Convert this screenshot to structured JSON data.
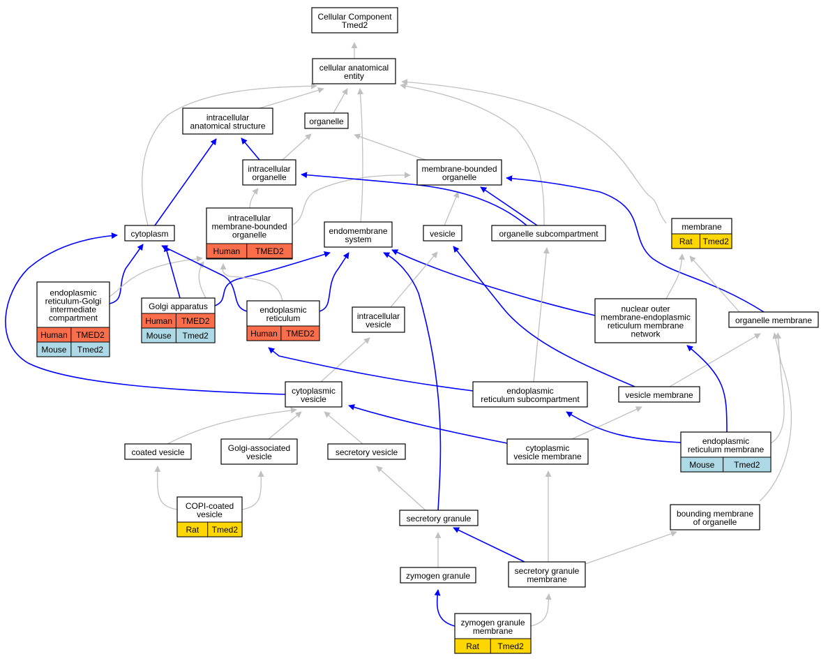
{
  "colors": {
    "is_a_edge": "#c0c0c0",
    "part_of_edge": "#0000ff",
    "human": "#fa6e4b",
    "mouse": "#add8e6",
    "rat": "#ffd700",
    "node_fill": "#ffffff",
    "node_border": "#000000"
  },
  "nodes": [
    {
      "id": "cc",
      "lines": [
        "Cellular Component",
        "Tmed2"
      ],
      "annotations": []
    },
    {
      "id": "cae",
      "lines": [
        "cellular anatomical",
        "entity"
      ],
      "annotations": []
    },
    {
      "id": "ias",
      "lines": [
        "intracellular",
        "anatomical structure"
      ],
      "annotations": []
    },
    {
      "id": "organelle",
      "lines": [
        "organelle"
      ],
      "annotations": []
    },
    {
      "id": "io",
      "lines": [
        "intracellular",
        "organelle"
      ],
      "annotations": []
    },
    {
      "id": "mbo",
      "lines": [
        "membrane-bounded",
        "organelle"
      ],
      "annotations": []
    },
    {
      "id": "imbo",
      "lines": [
        "intracellular",
        "membrane-bounded",
        "organelle"
      ],
      "annotations": [
        {
          "species": "Human",
          "gene": "TMED2"
        }
      ]
    },
    {
      "id": "cytoplasm",
      "lines": [
        "cytoplasm"
      ],
      "annotations": []
    },
    {
      "id": "endomem",
      "lines": [
        "endomembrane",
        "system"
      ],
      "annotations": []
    },
    {
      "id": "vesicle",
      "lines": [
        "vesicle"
      ],
      "annotations": []
    },
    {
      "id": "osub",
      "lines": [
        "organelle subcompartment"
      ],
      "annotations": []
    },
    {
      "id": "membrane",
      "lines": [
        "membrane"
      ],
      "annotations": [
        {
          "species": "Rat",
          "gene": "Tmed2"
        }
      ]
    },
    {
      "id": "ergic",
      "lines": [
        "endoplasmic",
        "reticulum-Golgi",
        "intermediate",
        "compartment"
      ],
      "annotations": [
        {
          "species": "Human",
          "gene": "TMED2"
        },
        {
          "species": "Mouse",
          "gene": "Tmed2"
        }
      ]
    },
    {
      "id": "golgi",
      "lines": [
        "Golgi apparatus"
      ],
      "annotations": [
        {
          "species": "Human",
          "gene": "TMED2"
        },
        {
          "species": "Mouse",
          "gene": "Tmed2"
        }
      ]
    },
    {
      "id": "er",
      "lines": [
        "endoplasmic",
        "reticulum"
      ],
      "annotations": [
        {
          "species": "Human",
          "gene": "TMED2"
        }
      ]
    },
    {
      "id": "iv",
      "lines": [
        "intracellular",
        "vesicle"
      ],
      "annotations": []
    },
    {
      "id": "nomer",
      "lines": [
        "nuclear outer",
        "membrane-endoplasmic",
        "reticulum membrane",
        "network"
      ],
      "annotations": []
    },
    {
      "id": "om",
      "lines": [
        "organelle membrane"
      ],
      "annotations": []
    },
    {
      "id": "cv",
      "lines": [
        "cytoplasmic",
        "vesicle"
      ],
      "annotations": []
    },
    {
      "id": "ersub",
      "lines": [
        "endoplasmic",
        "reticulum subcompartment"
      ],
      "annotations": []
    },
    {
      "id": "vm",
      "lines": [
        "vesicle membrane"
      ],
      "annotations": []
    },
    {
      "id": "coated",
      "lines": [
        "coated vesicle"
      ],
      "annotations": []
    },
    {
      "id": "gav",
      "lines": [
        "Golgi-associated",
        "vesicle"
      ],
      "annotations": []
    },
    {
      "id": "secv",
      "lines": [
        "secretory vesicle"
      ],
      "annotations": []
    },
    {
      "id": "cvm",
      "lines": [
        "cytoplasmic",
        "vesicle membrane"
      ],
      "annotations": []
    },
    {
      "id": "erm",
      "lines": [
        "endoplasmic",
        "reticulum membrane"
      ],
      "annotations": [
        {
          "species": "Mouse",
          "gene": "Tmed2"
        }
      ]
    },
    {
      "id": "copi",
      "lines": [
        "COPI-coated",
        "vesicle"
      ],
      "annotations": [
        {
          "species": "Rat",
          "gene": "Tmed2"
        }
      ]
    },
    {
      "id": "sg",
      "lines": [
        "secretory granule"
      ],
      "annotations": []
    },
    {
      "id": "bmo",
      "lines": [
        "bounding membrane",
        "of organelle"
      ],
      "annotations": []
    },
    {
      "id": "zg",
      "lines": [
        "zymogen granule"
      ],
      "annotations": []
    },
    {
      "id": "sgm",
      "lines": [
        "secretory granule",
        "membrane"
      ],
      "annotations": []
    },
    {
      "id": "zgm",
      "lines": [
        "zymogen granule",
        "membrane"
      ],
      "annotations": [
        {
          "species": "Rat",
          "gene": "Tmed2"
        }
      ]
    }
  ],
  "edges": [
    {
      "from": "cae",
      "to": "cc",
      "type": "is_a"
    },
    {
      "from": "ias",
      "to": "cae",
      "type": "is_a"
    },
    {
      "from": "organelle",
      "to": "cae",
      "type": "is_a"
    },
    {
      "from": "cytoplasm",
      "to": "cae",
      "type": "is_a"
    },
    {
      "from": "endomem",
      "to": "cae",
      "type": "is_a"
    },
    {
      "from": "osub",
      "to": "cae",
      "type": "is_a"
    },
    {
      "from": "membrane",
      "to": "cae",
      "type": "is_a"
    },
    {
      "from": "io",
      "to": "ias",
      "type": "part_of"
    },
    {
      "from": "io",
      "to": "organelle",
      "type": "is_a"
    },
    {
      "from": "mbo",
      "to": "organelle",
      "type": "is_a"
    },
    {
      "from": "imbo",
      "to": "io",
      "type": "is_a"
    },
    {
      "from": "imbo",
      "to": "mbo",
      "type": "is_a"
    },
    {
      "from": "cytoplasm",
      "to": "ias",
      "type": "part_of"
    },
    {
      "from": "vesicle",
      "to": "mbo",
      "type": "is_a"
    },
    {
      "from": "osub",
      "to": "mbo",
      "type": "part_of"
    },
    {
      "from": "osub",
      "to": "io",
      "type": "part_of"
    },
    {
      "from": "om",
      "to": "mbo",
      "type": "part_of"
    },
    {
      "from": "om",
      "to": "membrane",
      "type": "is_a"
    },
    {
      "from": "nomer",
      "to": "membrane",
      "type": "is_a"
    },
    {
      "from": "nomer",
      "to": "endomem",
      "type": "part_of"
    },
    {
      "from": "ergic",
      "to": "cytoplasm",
      "type": "part_of"
    },
    {
      "from": "ergic",
      "to": "imbo",
      "type": "is_a"
    },
    {
      "from": "golgi",
      "to": "cytoplasm",
      "type": "part_of"
    },
    {
      "from": "golgi",
      "to": "endomem",
      "type": "part_of"
    },
    {
      "from": "golgi",
      "to": "imbo",
      "type": "is_a"
    },
    {
      "from": "er",
      "to": "cytoplasm",
      "type": "part_of"
    },
    {
      "from": "er",
      "to": "endomem",
      "type": "part_of"
    },
    {
      "from": "er",
      "to": "imbo",
      "type": "is_a"
    },
    {
      "from": "iv",
      "to": "vesicle",
      "type": "is_a"
    },
    {
      "from": "cv",
      "to": "iv",
      "type": "is_a"
    },
    {
      "from": "cv",
      "to": "cytoplasm",
      "type": "part_of"
    },
    {
      "from": "ersub",
      "to": "er",
      "type": "part_of"
    },
    {
      "from": "ersub",
      "to": "osub",
      "type": "is_a"
    },
    {
      "from": "vm",
      "to": "om",
      "type": "is_a"
    },
    {
      "from": "vm",
      "to": "vesicle",
      "type": "part_of"
    },
    {
      "from": "coated",
      "to": "cv",
      "type": "is_a"
    },
    {
      "from": "gav",
      "to": "cv",
      "type": "is_a"
    },
    {
      "from": "secv",
      "to": "cv",
      "type": "is_a"
    },
    {
      "from": "cvm",
      "to": "vm",
      "type": "is_a"
    },
    {
      "from": "cvm",
      "to": "cv",
      "type": "part_of"
    },
    {
      "from": "erm",
      "to": "ersub",
      "type": "part_of"
    },
    {
      "from": "erm",
      "to": "nomer",
      "type": "part_of"
    },
    {
      "from": "erm",
      "to": "om",
      "type": "is_a"
    },
    {
      "from": "copi",
      "to": "coated",
      "type": "is_a"
    },
    {
      "from": "copi",
      "to": "gav",
      "type": "is_a"
    },
    {
      "from": "sg",
      "to": "secv",
      "type": "is_a"
    },
    {
      "from": "sg",
      "to": "endomem",
      "type": "part_of"
    },
    {
      "from": "bmo",
      "to": "om",
      "type": "is_a"
    },
    {
      "from": "zg",
      "to": "sg",
      "type": "is_a"
    },
    {
      "from": "sgm",
      "to": "sg",
      "type": "part_of"
    },
    {
      "from": "sgm",
      "to": "cvm",
      "type": "is_a"
    },
    {
      "from": "sgm",
      "to": "bmo",
      "type": "is_a"
    },
    {
      "from": "zgm",
      "to": "zg",
      "type": "part_of"
    },
    {
      "from": "zgm",
      "to": "sgm",
      "type": "is_a"
    }
  ]
}
